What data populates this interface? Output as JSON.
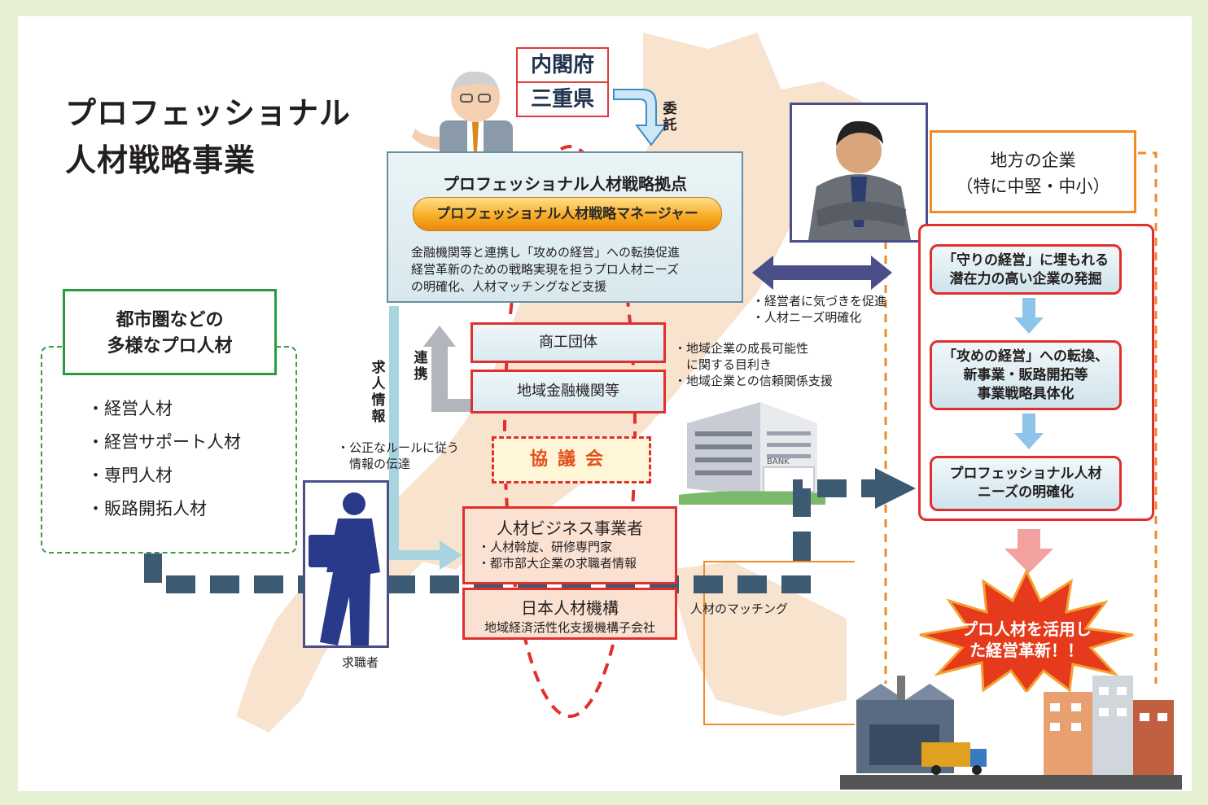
{
  "title": {
    "line1": "プロフェッショナル",
    "line2": "人材戦略事業"
  },
  "government": {
    "cabinet": "内閣府",
    "prefecture": "三重県",
    "commission": "委託"
  },
  "hub": {
    "title": "プロフェッショナル人材戦略拠点",
    "manager": "プロフェッショナル人材戦略マネージャー",
    "desc1": "金融機関等と連携し「攻めの経営」への転換促進",
    "desc2": "経営革新のための戦略実現を担うプロ人材ニーズ",
    "desc3": "の明確化、人材マッチングなど支援"
  },
  "promote": {
    "line1": "・経営者に気づきを促進",
    "line2": "・人材ニーズ明確化"
  },
  "commerce": "商工団体",
  "finance": "地域金融機関等",
  "cooperation": "連携",
  "growth": {
    "line1": "・地域企業の成長可能性",
    "line2": "　に関する目利き",
    "line3": "・地域企業との信頼関係支援"
  },
  "council": "協議会",
  "job_info": "求人情報",
  "fair_rule": {
    "line1": "・公正なルールに従う",
    "line2": "　情報の伝達"
  },
  "talent": {
    "box_line1": "都市圏などの",
    "box_line2": "多様なプロ人材",
    "items": [
      "・経営人材",
      "・経営サポート人材",
      "・専門人材",
      "・販路開拓人材"
    ]
  },
  "jobseeker": "求職者",
  "business": {
    "title": "人材ビジネス事業者",
    "sub1": "・人材斡旋、研修専門家",
    "sub2": "・都市部大企業の求職者情報"
  },
  "jhr": {
    "title": "日本人材機構",
    "sub": "地域経済活性化支援機構子会社"
  },
  "matching": "人材のマッチング",
  "company": {
    "header1": "地方の企業",
    "header2": "（特に中堅・中小）",
    "step1": [
      "「守りの経営」に埋もれる",
      "潜在力の高い企業の発掘"
    ],
    "step2": [
      "「攻めの経営」への転換、",
      "新事業・販路開拓等",
      "事業戦略具体化"
    ],
    "step3": [
      "プロフェッショナル人材",
      "ニーズの明確化"
    ]
  },
  "burst": {
    "line1": "プロ人材を活用し",
    "line2": "た経営革新！！"
  },
  "bank_sign": "BANK",
  "colors": {
    "navy_arrow": "#3d5a73",
    "red": "#e0302e",
    "orange": "#f28a2a",
    "green": "#2b9a3c",
    "map": "#f8e3cf"
  }
}
